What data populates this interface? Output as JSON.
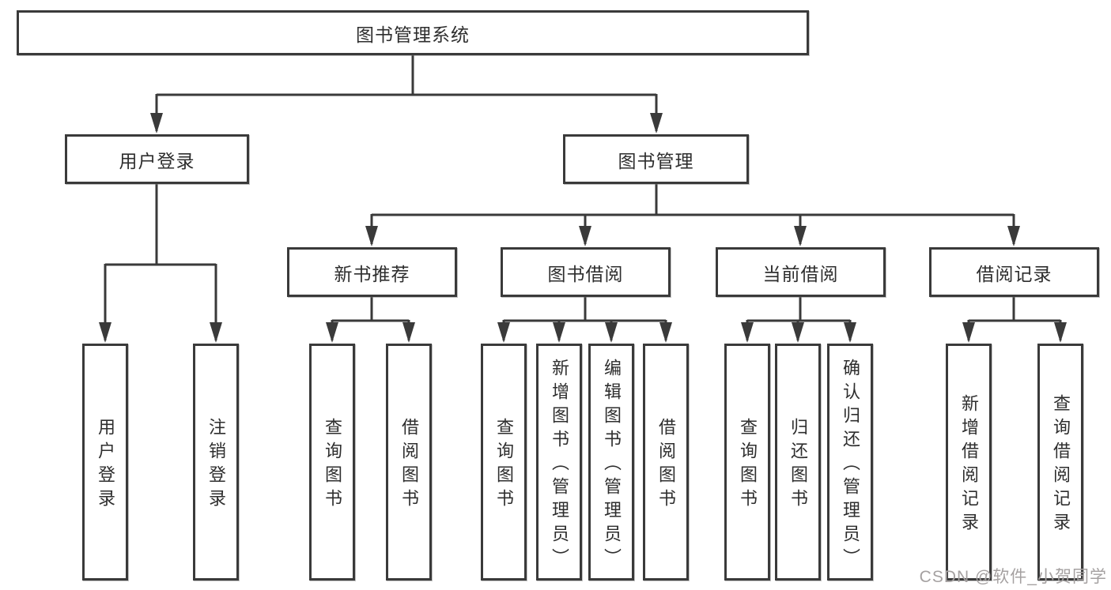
{
  "root": {
    "label": "图书管理系统"
  },
  "branches": {
    "user_login": {
      "label": "用户登录",
      "children": [
        "用户登录",
        "注销登录"
      ]
    },
    "book_mgmt": {
      "label": "图书管理",
      "groups": [
        {
          "label": "新书推荐",
          "children": [
            "查询图书",
            "借阅图书"
          ]
        },
        {
          "label": "图书借阅",
          "children": [
            "查询图书",
            "新增图书（管理员）",
            "编辑图书（管理员）",
            "借阅图书"
          ]
        },
        {
          "label": "当前借阅",
          "children": [
            "查询图书",
            "归还图书",
            "确认归还（管理员）"
          ]
        },
        {
          "label": "借阅记录",
          "children": [
            "新增借阅记录",
            "查询借阅记录"
          ]
        }
      ]
    }
  },
  "watermark": {
    "text": "CSDN @软件_小贺同学"
  },
  "colors": {
    "line": "#3a3a3a",
    "text": "#2e2e2e",
    "watermark": "#a5a1a1",
    "background": "#ffffff"
  }
}
